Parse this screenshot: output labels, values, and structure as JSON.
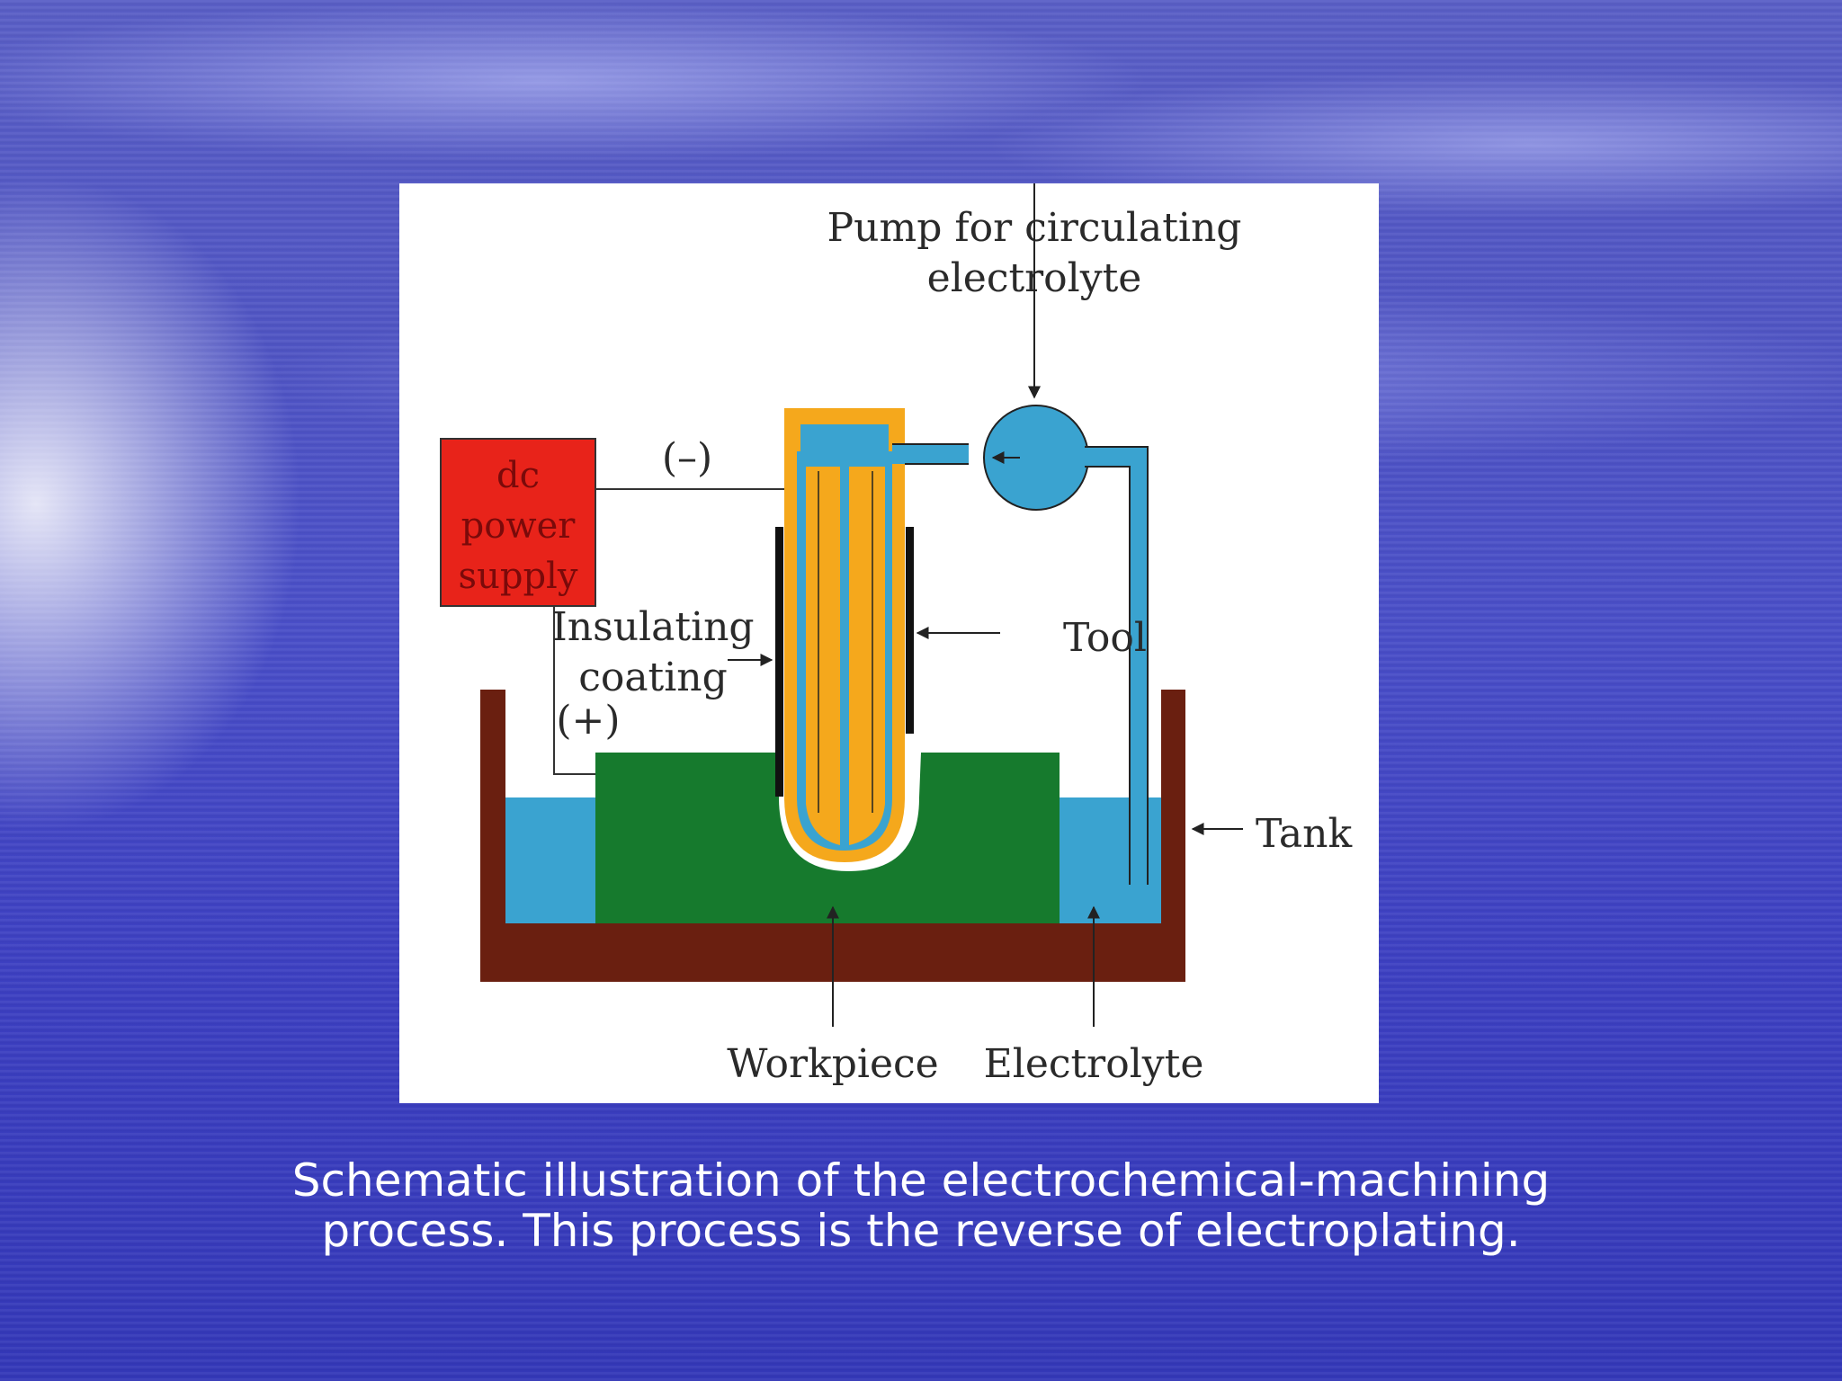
{
  "diagram": {
    "labels": {
      "pump_line1": "Pump  for  circulating",
      "pump_line2": "electrolyte",
      "negative": "(–)",
      "positive": "(+)",
      "supply_line1": "dc",
      "supply_line2": "power",
      "supply_line3": "supply",
      "insulating_line1": "Insulating",
      "insulating_line2": "coating",
      "tool": "Tool",
      "tank": "Tank",
      "workpiece": "Workpiece",
      "electrolyte": "Electrolyte"
    },
    "colors": {
      "power_supply": "#e8231a",
      "electrolyte": "#3aa3d0",
      "tool": "#f5a81c",
      "workpiece": "#167a2d",
      "tank": "#6a1f10",
      "insulation": "#111111"
    }
  },
  "caption": {
    "line1": "Schematic illustration of the electrochemical-machining",
    "line2": "process. This process is the reverse of electroplating."
  }
}
